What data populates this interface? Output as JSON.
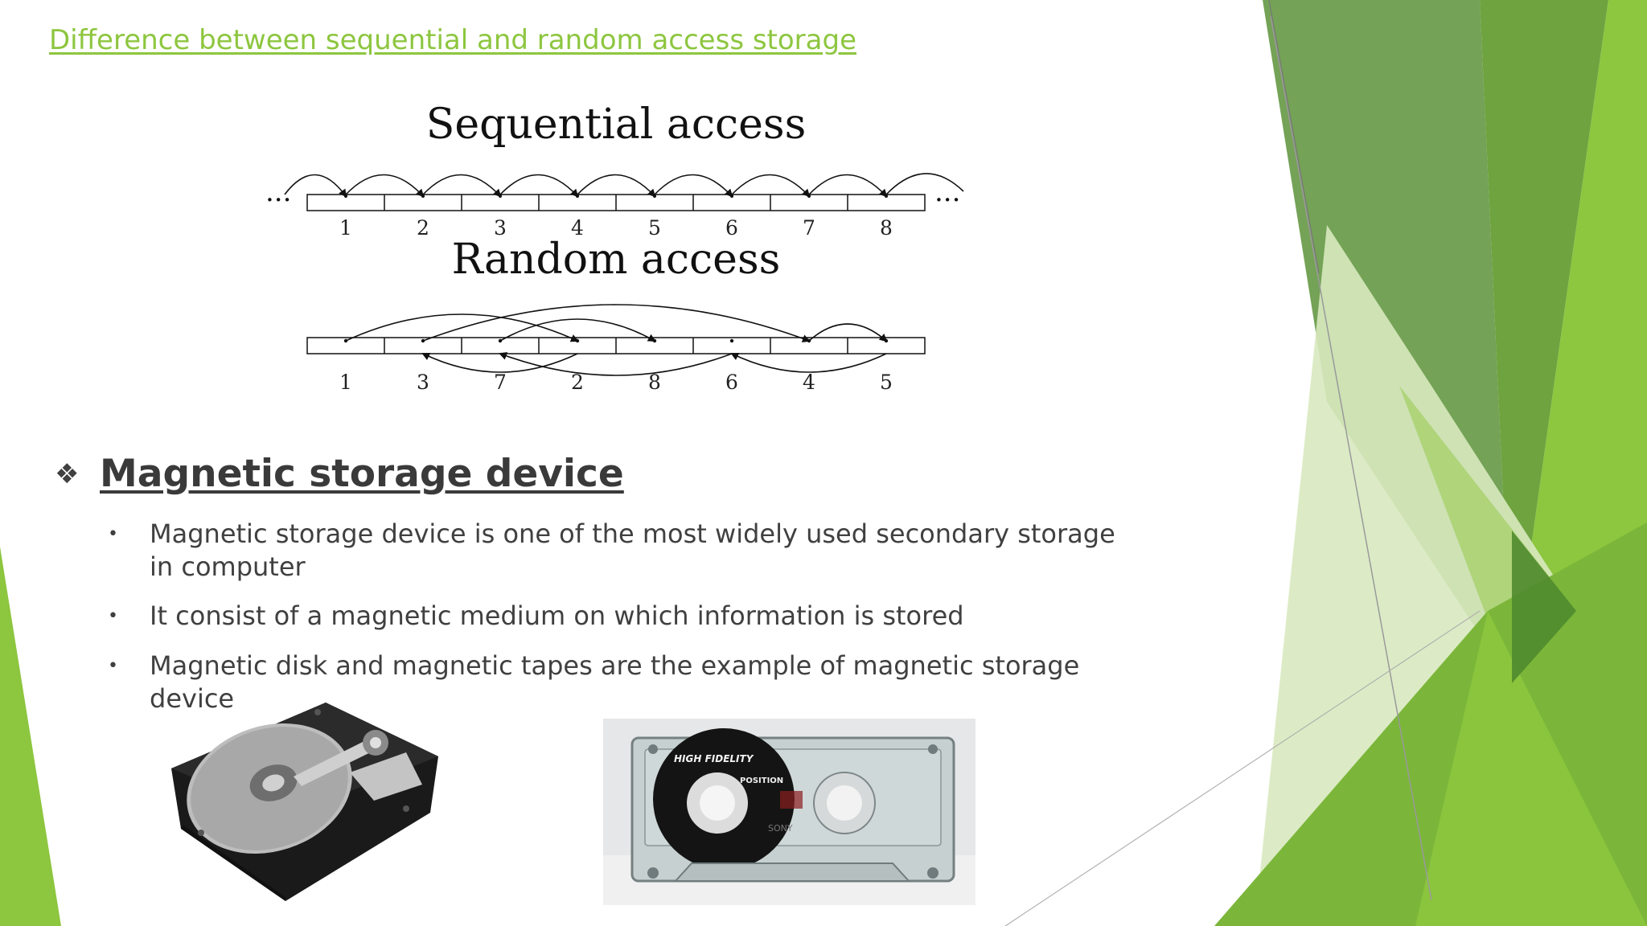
{
  "slide": {
    "title": "Difference between sequential and random access storage"
  },
  "diagram": {
    "sequential_heading": "Sequential access",
    "sequential_cells": [
      "1",
      "2",
      "3",
      "4",
      "5",
      "6",
      "7",
      "8"
    ],
    "ellipsis": "...",
    "random_heading": "Random access",
    "random_cells": [
      "1",
      "3",
      "7",
      "2",
      "8",
      "6",
      "4",
      "5"
    ]
  },
  "section": {
    "bullet_icon": "diamond-bullet-icon",
    "heading": "Magnetic storage device",
    "bullets": [
      "Magnetic storage device is one of the most widely used secondary storage in computer",
      "It consist  of a magnetic medium on which information is stored",
      "Magnetic disk and magnetic tapes are the example of magnetic storage device"
    ]
  },
  "images": {
    "hdd": "hard-disk-drive-photo",
    "tape": "cassette-tape-photo",
    "tape_label_text": "HIGH FIDELITY",
    "tape_position_text": "POSITION",
    "tape_brand_text": "SONY"
  },
  "colors": {
    "accent_green": "#8dc63f",
    "dark_green": "#4f8a2f",
    "light_green": "#d8e9bf"
  }
}
